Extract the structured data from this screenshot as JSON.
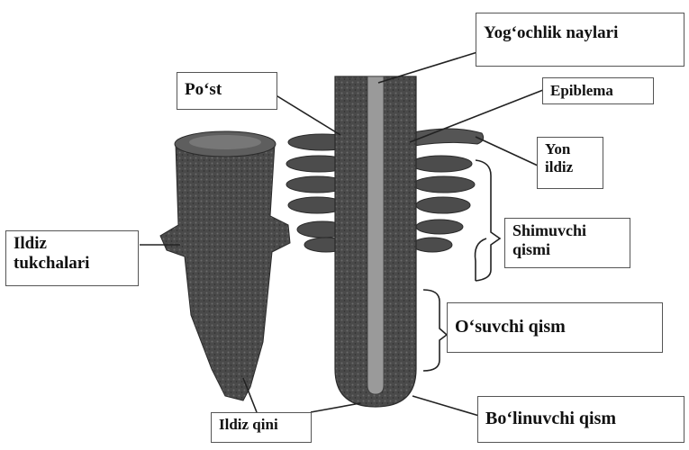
{
  "labels": {
    "yogochlik_naylari": "Yog‘ochlik naylari",
    "epiblema": "Epiblema",
    "post": "Po‘st",
    "yon_ildiz": "Yon\nildiz",
    "ildiz_tukchalari": "Ildiz\ntukchalari",
    "shimuvchi_qismi": "Shimuvchi\nqismi",
    "osuvchi_qism": "O‘suvchi qism",
    "ildiz_qini": "Ildiz qini",
    "bolinuvchi_qism": "Bo‘linuvchi qism"
  }
}
